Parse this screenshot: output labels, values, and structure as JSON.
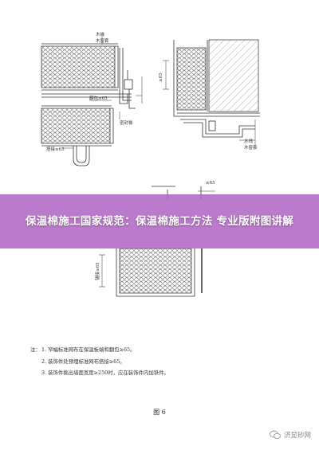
{
  "banner": {
    "title": "保温棉施工国家规范：保温棉施工方法 专业版附图讲解",
    "background": "#b064c4"
  },
  "labels": {
    "top_right_1": "木线",
    "top_right_2": "木窗套",
    "mid_left": "翻包≥65",
    "mid_right": "密封膏",
    "bottom_left": "搭接≥65",
    "right_vertical": "≥65",
    "right_bottom_1": "木线",
    "right_bottom_2": "木窗套",
    "lower_top": "≥65",
    "lower_left": "锚接≥65"
  },
  "notes": {
    "prefix": "注：",
    "items": [
      "1. 窄幅标准网布在保温板端和翻包≥65。",
      "2. 装饰件处预埋标准网布搭接≥65。",
      "3. 装饰件挑出墙面宽度≥250时，应在装饰件内加铁件。"
    ]
  },
  "figure": {
    "caption": "图 6"
  },
  "watermark": {
    "text": "济显砂网",
    "icon": "wechat-icon"
  }
}
